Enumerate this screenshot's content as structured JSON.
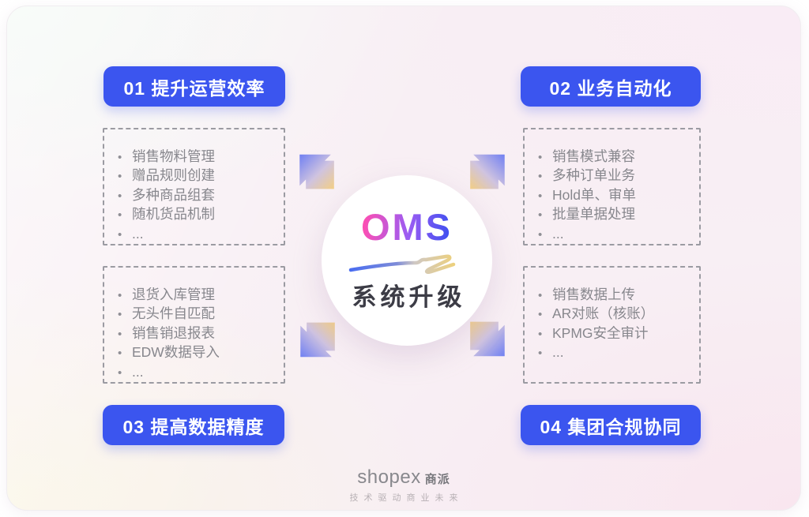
{
  "quadrants": [
    {
      "title": "01 提升运营效率",
      "items": [
        "销售物料管理",
        "赠品规则创建",
        "多种商品组套",
        "随机货品机制",
        "..."
      ]
    },
    {
      "title": "02 业务自动化",
      "items": [
        "销售模式兼容",
        "多种订单业务",
        "Hold单、审单",
        "批量单据处理",
        "..."
      ]
    },
    {
      "title": "03 提高数据精度",
      "items": [
        "退货入库管理",
        "无头件自匹配",
        "销售销退报表",
        "EDW数据导入",
        "..."
      ]
    },
    {
      "title": "04 集团合规协同",
      "items": [
        "销售数据上传",
        "AR对账（核账）",
        "KPMG安全审计",
        "..."
      ]
    }
  ],
  "center": {
    "acronym": "OMS",
    "subtitle": "系统升级"
  },
  "footer": {
    "brand_latin": "shopex",
    "brand_cjk": "商派",
    "tagline": "技术驱动商业未来"
  },
  "colors": {
    "badge_blue": "#3b55ef",
    "arrow_tip_blue": "#7080f2",
    "arrow_mid_lavender": "#cfc3e0",
    "arrow_tail_gold": "#f3cf85",
    "list_text_gray": "#87878d",
    "oms_gradient": [
      "#fb4fb4",
      "#9a5cf3",
      "#4150f0"
    ],
    "subtitle_dark": "#3c3c46"
  }
}
